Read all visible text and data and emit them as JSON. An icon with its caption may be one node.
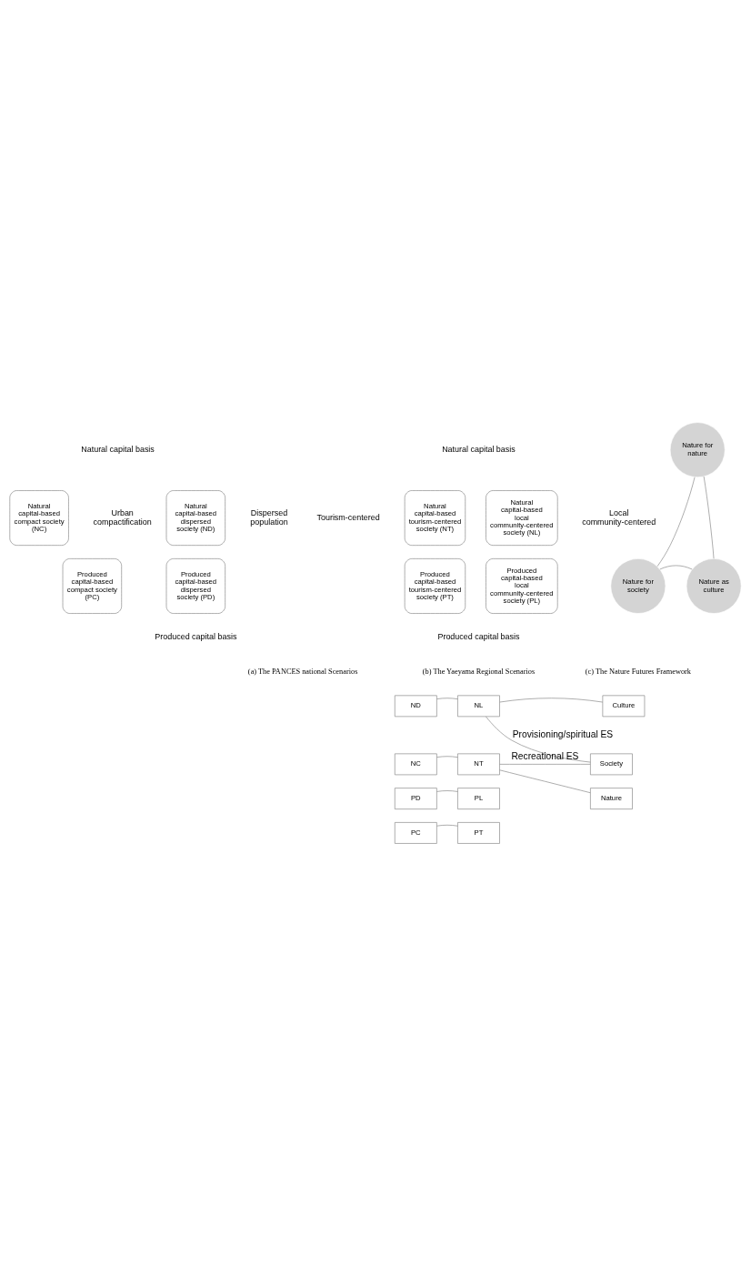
{
  "diagram": {
    "nodes": [
      {
        "text": [
          "Natural capital-based compact society (NC)"
        ]
      },
      {
        "text": [
          "Natural capital-based dispersed society (ND)"
        ]
      },
      {
        "text": [
          "Produced capital-based compact society (PC)"
        ]
      },
      {
        "text": [
          "Produced capital-based dispersed society (PD)"
        ]
      },
      {
        "text": [
          "Natural capital-based tourism-centered society (NT)"
        ]
      },
      {
        "text": [
          "Natural capital-based local community-centered society (NL)"
        ]
      },
      {
        "text": [
          "Produced capital-based tourism-centered society (PT)"
        ]
      },
      {
        "text": [
          "Produced capital-based local community-centered society (PL)"
        ]
      },
      {
        "text": [
          "Nature for nature"
        ]
      },
      {
        "text": [
          "Nature as culture"
        ]
      },
      {
        "text": [
          "Nature for society"
        ]
      },
      {
        "text": [
          "ND"
        ]
      },
      {
        "text": [
          "NC"
        ]
      },
      {
        "text": [
          "PD"
        ]
      },
      {
        "text": [
          "PC"
        ]
      },
      {
        "text": [
          "NL"
        ]
      },
      {
        "text": [
          "NT"
        ]
      },
      {
        "text": [
          "PL"
        ]
      },
      {
        "text": [
          "PT"
        ]
      },
      {
        "text": [
          "Culture"
        ]
      },
      {
        "text": [
          "Society"
        ]
      },
      {
        "text": [
          "Nature"
        ]
      }
    ],
    "edges": [
      {
        "from": 8,
        "to": 10,
        "arrow": "none"
      },
      {
        "from": 10,
        "to": 9,
        "arrow": "none"
      },
      {
        "from": 9,
        "to": 8,
        "arrow": "none"
      },
      {
        "from": 11,
        "to": 15,
        "arrow": "none"
      },
      {
        "from": 12,
        "to": 16,
        "arrow": "none"
      },
      {
        "from": 13,
        "to": 17,
        "arrow": "none"
      },
      {
        "from": 14,
        "to": 18,
        "arrow": "none"
      },
      {
        "from": 15,
        "to": 19,
        "arrow": "none"
      },
      {
        "from": 15,
        "to": 20,
        "label": "Provisioning/spiritual ES",
        "arrow": "none"
      },
      {
        "from": 16,
        "to": 20,
        "label": "Recreational ES",
        "arrow": "none"
      },
      {
        "from": 16,
        "to": 21,
        "arrow": "none"
      }
    ],
    "labels": [
      "Natural capital basis",
      "Urban compactification",
      "Dispersed population",
      "Produced capital basis",
      "Natural capital basis",
      "Tourism-centered",
      "Local community-centered",
      "Produced capital basis",
      "(a) The PANCES national Scenarios",
      "(b) The Yaeyama Regional Scenarios",
      "(c) The Nature Futures Framework"
    ]
  }
}
